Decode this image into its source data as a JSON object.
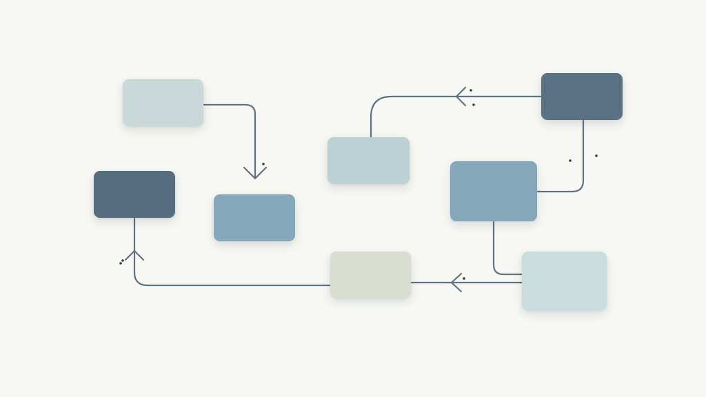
{
  "diagram": {
    "colors": {
      "background": "#f7f8f3",
      "connector": "#5e7283",
      "dot": "#2c3a46"
    },
    "nodes": [
      {
        "id": "n-top-left",
        "color": "#c9d9da"
      },
      {
        "id": "n-mid-left",
        "color": "#566d7f"
      },
      {
        "id": "n-mid-center",
        "color": "#85a8ba"
      },
      {
        "id": "n-center",
        "color": "#bcd2d5"
      },
      {
        "id": "n-top-right",
        "color": "#5a7183"
      },
      {
        "id": "n-right-center",
        "color": "#84a8ba"
      },
      {
        "id": "n-bottom-right",
        "color": "#cadcdc"
      },
      {
        "id": "n-bottom-center",
        "color": "#d9ddd2"
      }
    ],
    "edges": [
      {
        "from": "n-top-left",
        "to": "n-mid-center",
        "arrowhead": "chevron"
      },
      {
        "from": "n-top-right",
        "to": "n-center",
        "arrowhead": "chevron"
      },
      {
        "from": "n-top-right",
        "to": "n-right-center",
        "arrowhead": "none"
      },
      {
        "from": "n-right-center",
        "to": "n-bottom-right",
        "arrowhead": "none"
      },
      {
        "from": "n-bottom-right",
        "to": "n-bottom-center",
        "arrowhead": "chevron"
      },
      {
        "from": "n-bottom-center",
        "to": "n-mid-left",
        "arrowhead": "chevron"
      }
    ]
  }
}
